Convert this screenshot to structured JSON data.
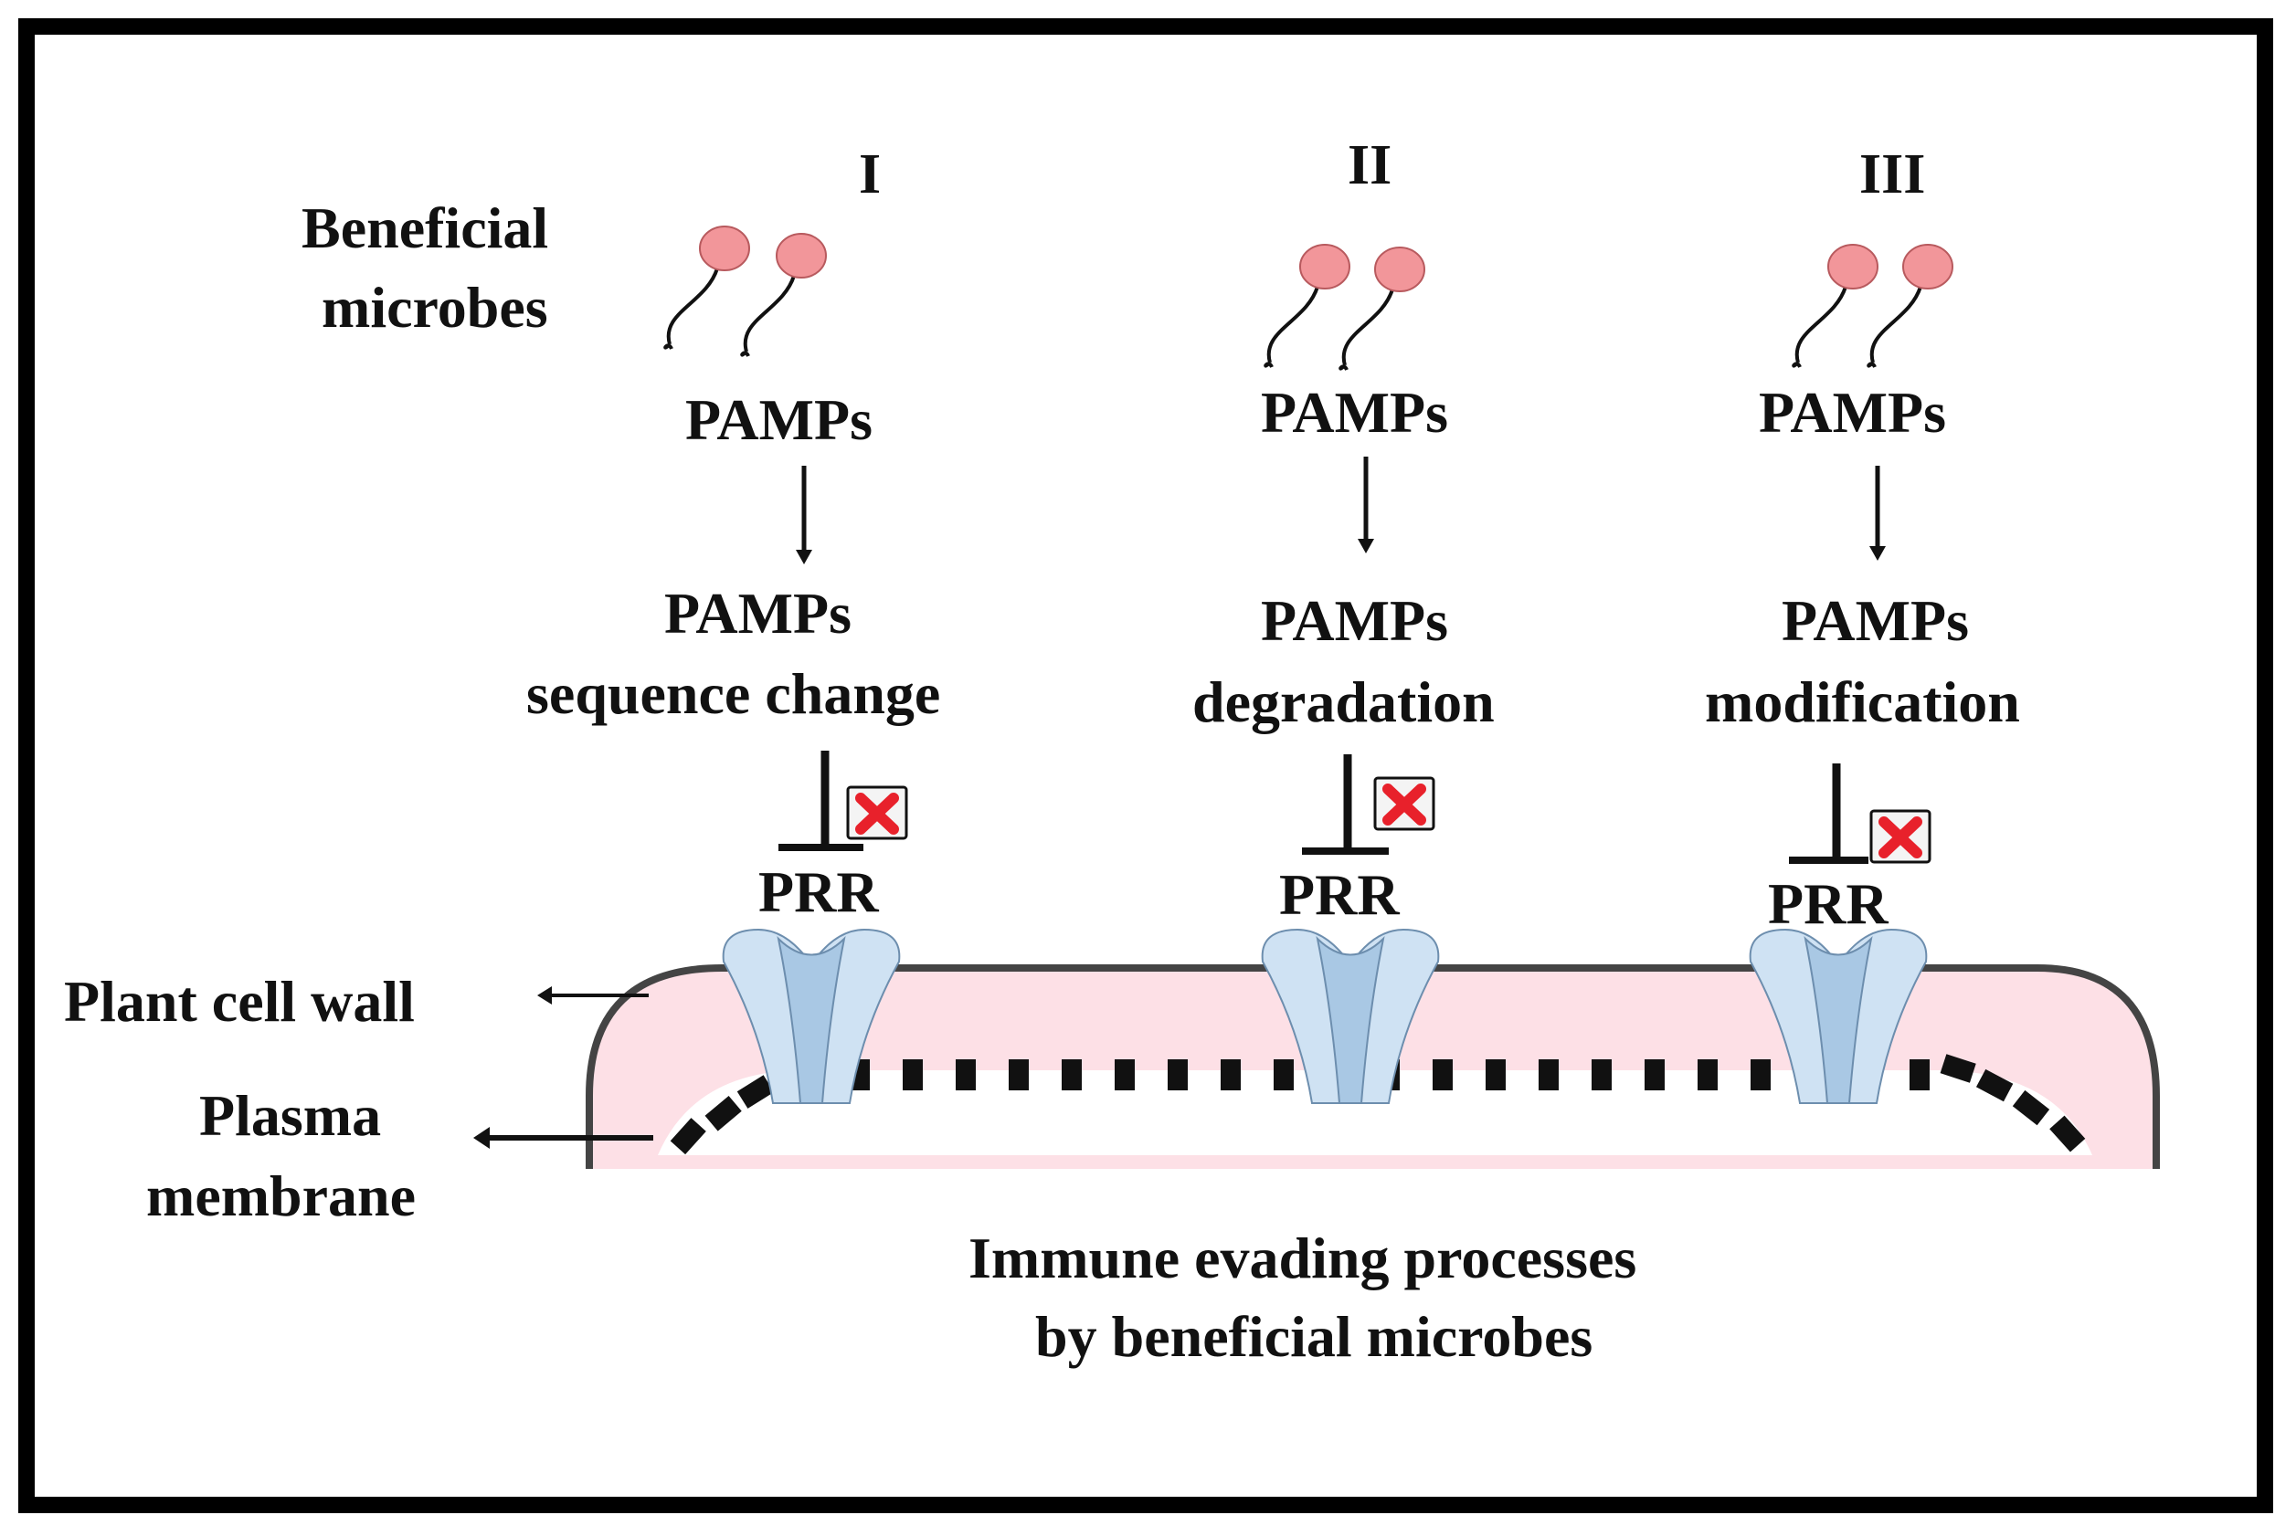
{
  "panels": [
    {
      "numeral": "I",
      "top_label": "PAMPs",
      "process_line1": "PAMPs",
      "process_line2": "sequence change",
      "receptor": "PRR"
    },
    {
      "numeral": "II",
      "top_label": "PAMPs",
      "process_line1": "PAMPs",
      "process_line2": "degradation",
      "receptor": "PRR"
    },
    {
      "numeral": "III",
      "top_label": "PAMPs",
      "process_line1": "PAMPs",
      "process_line2": "modification",
      "receptor": "PRR"
    }
  ],
  "beneficial_microbes_line1": "Beneficial",
  "beneficial_microbes_line2": "microbes",
  "plant_cell_wall": "Plant cell wall",
  "plasma_membrane_line1": "Plasma",
  "plasma_membrane_line2": "membrane",
  "caption_line1": "Immune evading processes",
  "caption_line2": "by beneficial microbes",
  "colors": {
    "microbe": "#f2969a",
    "cell_wall": "#fde0e6",
    "receptor_outer": "#cfe2f3",
    "receptor_inner": "#a9c8e4",
    "block_mark": "#e8212b",
    "frame": "#000000"
  },
  "icons": [
    "microbe-icon",
    "inhibition-arrow-icon",
    "blocked-x-icon",
    "prr-receptor-icon",
    "arrow-down-icon"
  ]
}
